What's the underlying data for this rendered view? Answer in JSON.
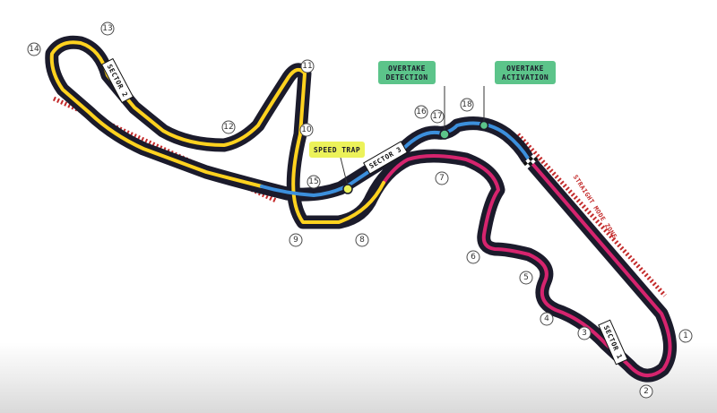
{
  "colors": {
    "track": "#1b1b2b",
    "sector1": "#d6246e",
    "sector2": "#ffd21f",
    "sector3": "#3c8fdc",
    "overtake": "#5cc48a",
    "speed_trap": "#ecf25a",
    "zone": "#c32a2a"
  },
  "turns": [
    "1",
    "2",
    "3",
    "4",
    "5",
    "6",
    "7",
    "8",
    "9",
    "10",
    "11",
    "12",
    "13",
    "14",
    "15",
    "17",
    "18"
  ],
  "sectors": {
    "s1": "SECTOR 1",
    "s2": "SECTOR 2",
    "s3": "SECTOR 3"
  },
  "callouts": {
    "speed_trap": "SPEED TRAP",
    "detection_1": "OVERTAKE",
    "detection_2": "DETECTION",
    "activation_1": "OVERTAKE",
    "activation_2": "ACTIVATION"
  },
  "straight_zone": "STRAIGHT MODE ZONE",
  "extra_turn": "16"
}
